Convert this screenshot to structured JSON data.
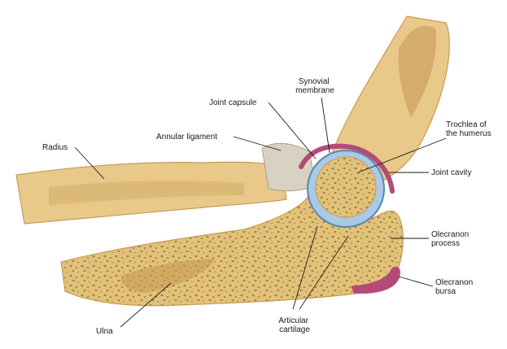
{
  "labels": {
    "radius": "Radius",
    "annular_ligament": "Annular ligament",
    "joint_capsule": "Joint capsule",
    "synovial_membrane": [
      "Synovial",
      "membrane"
    ],
    "trochlea": [
      "Trochlea of",
      "the humerus"
    ],
    "joint_cavity": "Joint cavity",
    "olecranon_process": [
      "Olecranon",
      "process"
    ],
    "olecranon_bursa": [
      "Olecranon",
      "bursa"
    ],
    "ulna": "Ulna",
    "articular_cartilage": [
      "Articular",
      "cartilage"
    ]
  },
  "colors": {
    "bone": "#e8c98a",
    "bone_dark": "#c99a55",
    "spongy": "#e2c278",
    "pore": "#8a6a3a",
    "cartilage": "#a9c9e6",
    "cartilage_edge": "#5a86b0",
    "capsule": "#b34a78",
    "ligament": "#d8d2c2",
    "text": "#1a1a1a"
  }
}
